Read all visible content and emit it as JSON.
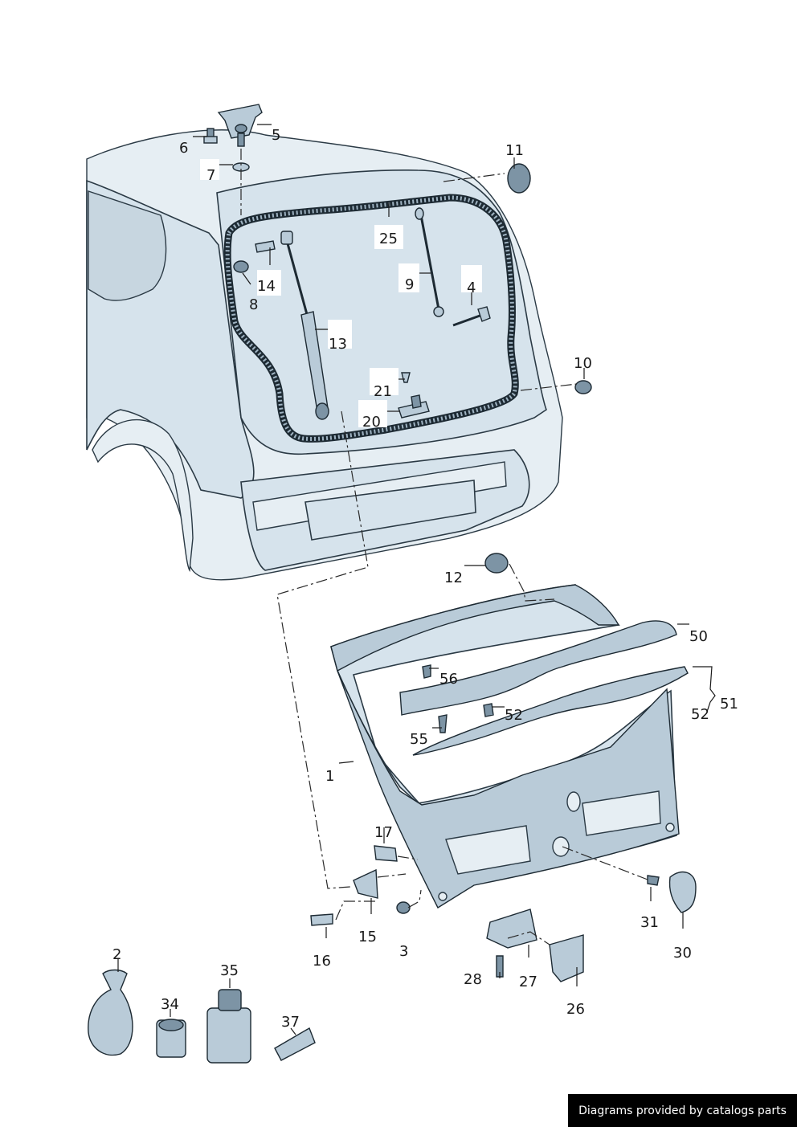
{
  "callouts": [
    "1",
    "2",
    "3",
    "4",
    "5",
    "6",
    "7",
    "8",
    "9",
    "10",
    "11",
    "12",
    "13",
    "14",
    "15",
    "16",
    "17",
    "20",
    "21",
    "25",
    "26",
    "27",
    "28",
    "30",
    "31",
    "34",
    "35",
    "37",
    "50",
    "51",
    "52",
    "52",
    "55",
    "56"
  ],
  "credit": "Diagrams provided by catalogs parts"
}
